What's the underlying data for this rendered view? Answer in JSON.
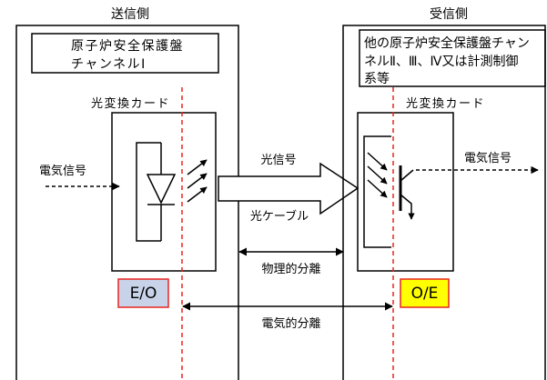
{
  "headings": {
    "sender": "送信側",
    "receiver": "受信側"
  },
  "sender": {
    "panel_lines": [
      "原子炉安全保護盤",
      "チャンネルⅠ"
    ],
    "card_title": "光変換カード",
    "input_label": "電気信号",
    "converter": "E/O"
  },
  "receiver": {
    "panel_lines": [
      "他の原子炉安全保護盤チャン",
      "ネルⅡ、Ⅲ、Ⅳ又は計測制御",
      "系等"
    ],
    "card_title": "光変換カード",
    "output_label": "電気信号",
    "converter": "O/E"
  },
  "link": {
    "signal_label": "光信号",
    "cable_label": "光ケーブル",
    "physical_separation": "物理的分離",
    "electrical_separation": "電気的分離"
  },
  "colors": {
    "separation_line": "#e8231f",
    "eo_fill": "#c8d3ea",
    "oe_fill": "#ffff00",
    "converter_border": "#e8231f"
  }
}
